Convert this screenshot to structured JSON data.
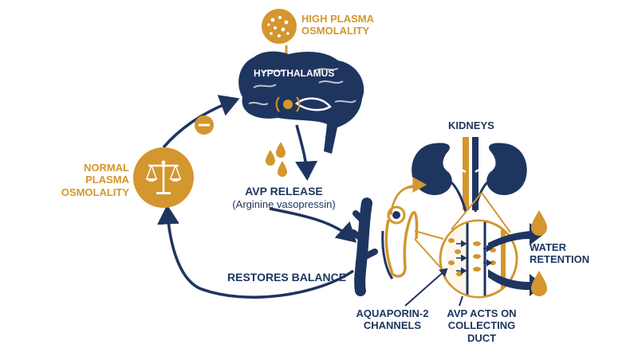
{
  "labels": {
    "high_plasma_line1": "HIGH PLASMA",
    "high_plasma_line2": "OSMOLALITY",
    "hypothalamus": "HYPOTHALAMUS",
    "avp_release": "AVP RELEASE",
    "avp_full_name": "(Arginine vasopressin)",
    "kidneys": "KIDNEYS",
    "normal_line1": "NORMAL",
    "normal_line2": "PLASMA",
    "normal_line3": "OSMOLALITY",
    "restores_balance": "RESTORES BALANCE",
    "water_line1": "WATER",
    "water_line2": "RETENTION",
    "aquaporin_line1": "AQUAPORIN-2",
    "aquaporin_line2": "CHANNELS",
    "avp_acts_line1": "AVP ACTS ON",
    "avp_acts_line2": "COLLECTING",
    "avp_acts_line3": "DUCT",
    "feedback_sign": "−"
  },
  "colors": {
    "navy": "#1e3560",
    "gold": "#d4962e",
    "background": "#ffffff"
  },
  "icons": [
    "particles-icon",
    "brain-icon",
    "balance-scale-icon",
    "kidneys-icon",
    "nephron-icon",
    "water-drop-icon",
    "minus-icon"
  ]
}
